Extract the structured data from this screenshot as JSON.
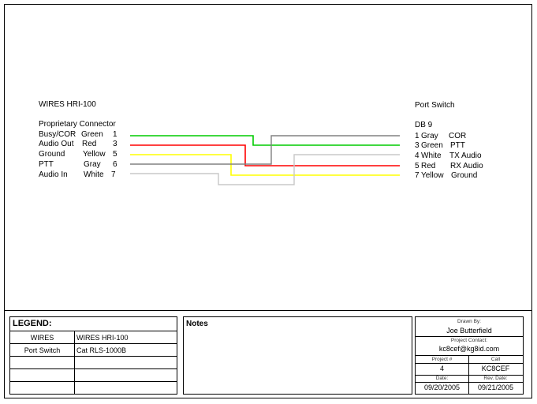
{
  "left_device": {
    "title": "WIRES HRI-100",
    "connector": "Proprietary Connector",
    "pins": [
      {
        "signal": "Busy/COR",
        "color": "Green",
        "pin": "1"
      },
      {
        "signal": "Audio Out",
        "color": "Red",
        "pin": "3"
      },
      {
        "signal": "Ground",
        "color": "Yellow",
        "pin": "5"
      },
      {
        "signal": "PTT",
        "color": "Gray",
        "pin": "6"
      },
      {
        "signal": "Audio In",
        "color": "White",
        "pin": "7"
      }
    ]
  },
  "right_device": {
    "title": "Port Switch",
    "connector": "DB 9",
    "pins": [
      {
        "pin": "1",
        "color": "Gray",
        "signal": "COR"
      },
      {
        "pin": "3",
        "color": "Green",
        "signal": "PTT"
      },
      {
        "pin": "4",
        "color": "White",
        "signal": "TX Audio"
      },
      {
        "pin": "5",
        "color": "Red",
        "signal": "RX Audio"
      },
      {
        "pin": "7",
        "color": "Yellow",
        "signal": "Ground"
      }
    ]
  },
  "wire_colors": {
    "green": "#00cc00",
    "red": "#ff0000",
    "yellow": "#ffff00",
    "gray": "#808080",
    "white": "#c8c8c8"
  },
  "legend": {
    "title": "LEGEND:",
    "rows": [
      {
        "key": "WIRES",
        "value": "WIRES HRI-100"
      },
      {
        "key": "Port Switch",
        "value": "Cat RLS-1000B"
      },
      {
        "key": "",
        "value": ""
      },
      {
        "key": "",
        "value": ""
      },
      {
        "key": "",
        "value": ""
      }
    ]
  },
  "notes": {
    "title": "Notes"
  },
  "title_block": {
    "drawn_by_label": "Drawn By:",
    "drawn_by": "Joe Butterfield",
    "contact_label": "Project Contact:",
    "contact": "kc8cef@kg8id.com",
    "project_label": "Project #",
    "project": "4",
    "call_label": "Call",
    "call": "KC8CEF",
    "date_label": "Date:",
    "date": "09/20/2005",
    "rev_label": "Rev. Date:",
    "rev_date": "09/21/2005"
  }
}
